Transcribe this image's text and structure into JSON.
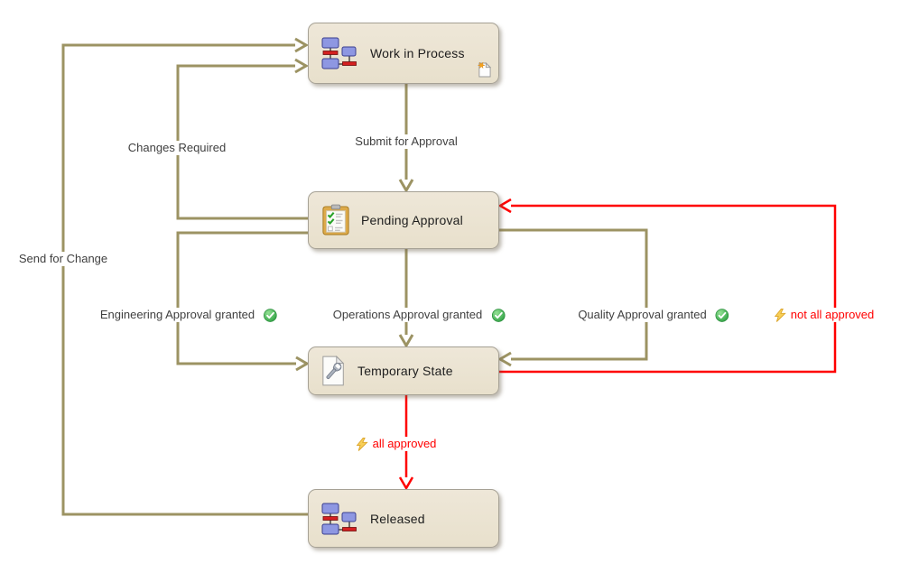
{
  "diagram": {
    "type": "lifecycle-state-transition-diagram",
    "states": [
      {
        "label": "Work in Process",
        "icon": "lifecycle-icon",
        "badge_icon": "new-document-icon"
      },
      {
        "label": "Pending Approval",
        "icon": "clipboard-checklist-icon"
      },
      {
        "label": "Temporary State",
        "icon": "document-wrench-icon"
      },
      {
        "label": "Released",
        "icon": "lifecycle-icon"
      }
    ],
    "transitions": [
      {
        "label": "Submit for Approval",
        "from": "Work in Process",
        "to": "Pending Approval",
        "color": "#9C9363"
      },
      {
        "label": "Changes Required",
        "from": "Pending Approval",
        "to": "Work in Process",
        "color": "#9C9363"
      },
      {
        "label": "Send for Change",
        "from": "Released",
        "to": "Work in Process",
        "color": "#9C9363"
      },
      {
        "label": "Engineering Approval granted",
        "icon": "green-check-icon",
        "from": "Pending Approval",
        "to": "Temporary State",
        "color": "#9C9363"
      },
      {
        "label": "Operations Approval granted",
        "icon": "green-check-icon",
        "from": "Pending Approval",
        "to": "Temporary State",
        "color": "#9C9363"
      },
      {
        "label": "Quality Approval granted",
        "icon": "green-check-icon",
        "from": "Pending Approval",
        "to": "Temporary State",
        "color": "#9C9363"
      },
      {
        "label": "not all approved",
        "icon": "lightning-icon",
        "from": "Temporary State",
        "to": "Pending Approval",
        "color": "#FF0000"
      },
      {
        "label": "all approved",
        "icon": "lightning-icon",
        "from": "Temporary State",
        "to": "Released",
        "color": "#FF0000"
      }
    ],
    "colors": {
      "transition_default": "#9C9363",
      "transition_condition": "#FF0000",
      "state_fill": "#E8E0CC",
      "state_border": "#A6A195",
      "label_text": "#3F3F3F",
      "background": "#FFFFFF"
    }
  }
}
